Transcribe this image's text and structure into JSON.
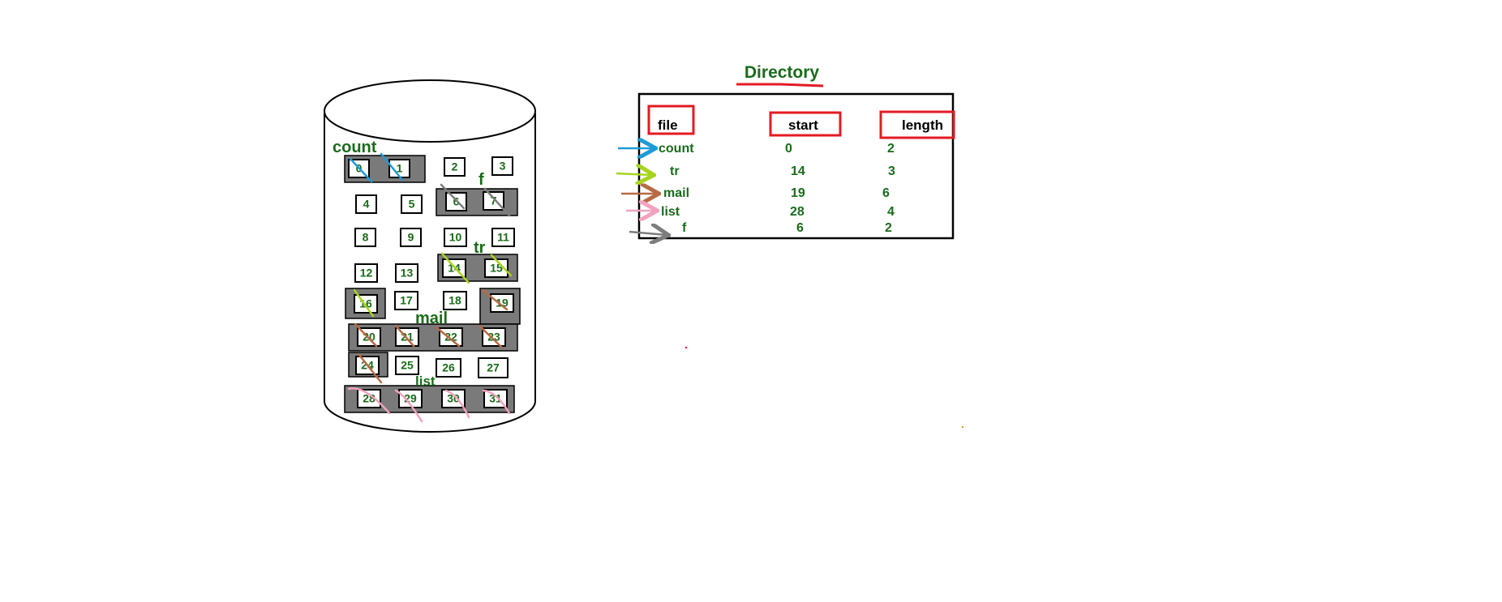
{
  "disk": {
    "blocks": [
      "0",
      "1",
      "2",
      "3",
      "4",
      "5",
      "6",
      "7",
      "8",
      "9",
      "10",
      "11",
      "12",
      "13",
      "14",
      "15",
      "16",
      "17",
      "18",
      "19",
      "20",
      "21",
      "22",
      "23",
      "24",
      "25",
      "26",
      "27",
      "28",
      "29",
      "30",
      "31"
    ],
    "labels": {
      "count": "count",
      "f": "f",
      "tr": "tr",
      "mail": "mail",
      "list": "list"
    }
  },
  "directory": {
    "title": "Directory",
    "headers": {
      "file": "file",
      "start": "start",
      "length": "length"
    },
    "rows": [
      {
        "file": "count",
        "start": "0",
        "length": "2",
        "color": "#1e9bd6"
      },
      {
        "file": "tr",
        "start": "14",
        "length": "3",
        "color": "#a6d41e"
      },
      {
        "file": "mail",
        "start": "19",
        "length": "6",
        "color": "#b86a45"
      },
      {
        "file": "list",
        "start": "28",
        "length": "4",
        "color": "#f2a2bf"
      },
      {
        "file": "f",
        "start": "6",
        "length": "2",
        "color": "#7d7d7d"
      }
    ]
  },
  "colors": {
    "accent_red": "#e31b23",
    "text_green": "#1a6b1a",
    "allocated_gray": "#7a7a7a"
  }
}
